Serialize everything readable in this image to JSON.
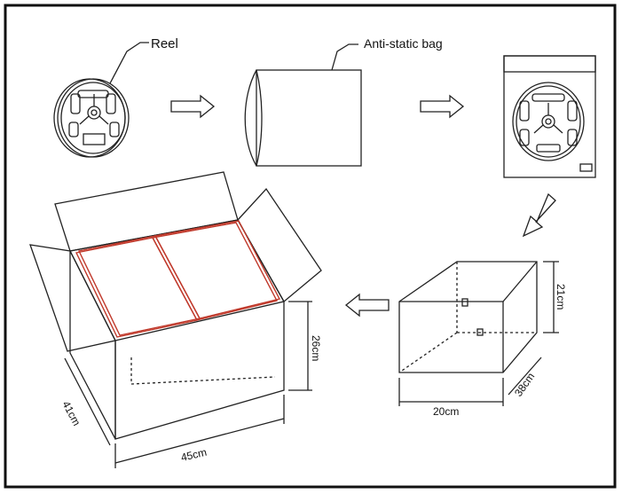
{
  "labels": {
    "reel": "Reel",
    "bag": "Anti-static bag"
  },
  "dimensions": {
    "small_box_width": "20cm",
    "small_box_depth": "38cm",
    "small_box_height": "21cm",
    "large_box_width": "45cm",
    "large_box_depth": "41cm",
    "large_box_height": "26cm"
  },
  "colors": {
    "line": "#222222",
    "inner_box": "#c0392b",
    "frame": "#111111"
  },
  "icons": [
    "arrow-right-icon",
    "arrow-right-icon",
    "arrow-down-left-icon",
    "arrow-left-icon"
  ]
}
